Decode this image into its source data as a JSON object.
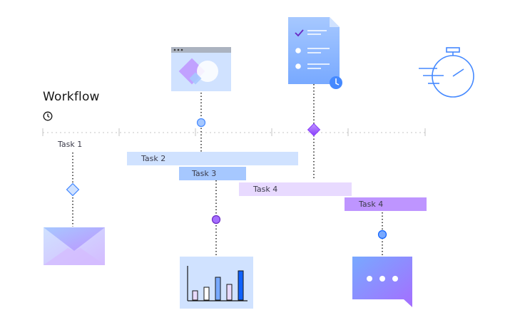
{
  "workflow": {
    "title": "Workflow",
    "tasks": [
      {
        "label": "Task 1"
      },
      {
        "label": "Task 2",
        "color": "#d0e2ff"
      },
      {
        "label": "Task 3",
        "color": "#a6c8ff"
      },
      {
        "label": "Task 4",
        "color": "#e8daff"
      },
      {
        "label": "Task 4",
        "color": "#be95ff"
      }
    ],
    "icons": {
      "clock": "clock-icon",
      "stopwatch": "stopwatch-icon",
      "document": "checklist-document-icon",
      "browser": "browser-window-icon",
      "envelope": "envelope-icon",
      "chart": "bar-chart-icon",
      "chat": "chat-bubble-icon"
    },
    "colors": {
      "blue": "#4589ff",
      "light_blue": "#a6c8ff",
      "purple": "#8a3ffc",
      "lavender": "#be95ff",
      "axis": "#c6c6c6"
    }
  }
}
